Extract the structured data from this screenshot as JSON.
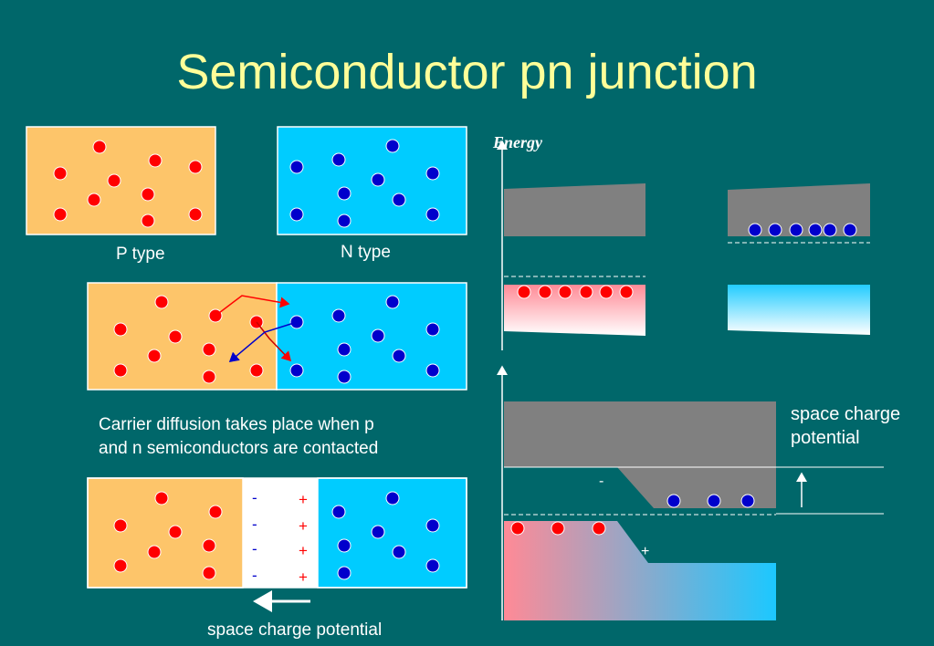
{
  "title": "Semiconductor pn junction",
  "labels": {
    "p_type": "P type",
    "n_type": "N type",
    "diffusion_line1": "Carrier diffusion takes place when p",
    "diffusion_line2": "and n semiconductors are contacted",
    "space_charge_bottom": "space charge potential",
    "energy": "Energy",
    "space_charge_right_1": "space charge",
    "space_charge_right_2": "potential"
  },
  "depletion_signs": {
    "minus": "-",
    "plus": "+"
  },
  "colors": {
    "background": "#00676a",
    "title": "#ffff99",
    "p_region": "#fdc56a",
    "n_region": "#00ccff",
    "hole": "#ff0000",
    "electron": "#0000cc",
    "conduction_band": "#808080"
  }
}
